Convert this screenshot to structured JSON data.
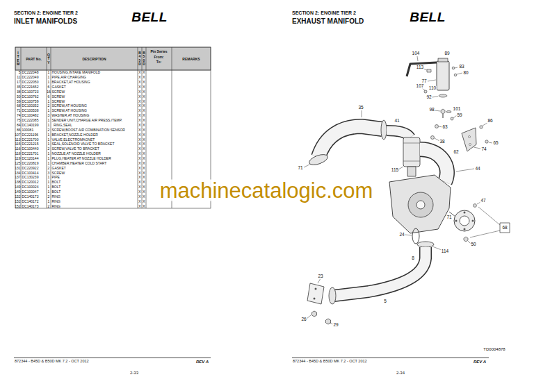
{
  "diagram": {
    "labels": [
      "SECTION 2: ENGINE TIER 2",
      "INLET MANIFOLDS",
      "BELL",
      "ITEM",
      "PART No.",
      "QTY",
      "DESCRIPTION",
      "B45D",
      "B50D",
      "Pin Series",
      "From:",
      "To:",
      "REMARKS",
      "5",
      "DC222048",
      "1",
      "HOUSING,INTAKE MANIFOLD",
      "X",
      "X",
      "11",
      "DC222049",
      "1",
      "PIPE,AIR CHARGING",
      "X",
      "X",
      "17",
      "DC222050",
      "1",
      "BRACKET,AT HOUSING",
      "X",
      "X",
      "35",
      "DC221652",
      "6",
      "GASKET",
      "X",
      "X",
      "38",
      "DC100723",
      "16",
      "SCREW",
      "X",
      "X",
      "50",
      "DC100762",
      "6",
      "SCREW",
      "X",
      "X",
      "59",
      "DC100759",
      "1",
      "SCREW",
      "X",
      "X",
      "68",
      "DC100352",
      "2",
      "SCREW,AT HOUSING",
      "X",
      "X",
      "71",
      "DC100538",
      "1",
      "SCREW,AT HOUSING",
      "X",
      "X",
      "74",
      "DC100482",
      "3",
      "WASHER,AT HOUSING",
      "X",
      "X",
      "75",
      "DC222085",
      "1",
      "SENDER UNIT,CHARGE AIR PRESS./TEMP.",
      "X",
      "X",
      "84",
      "DC140199",
      "1",
      "RING,SEAL",
      "X",
      "X",
      "86",
      "100081",
      "2",
      "SCREW,BOOST AIR COMBINATION SENSOR",
      "X",
      "X",
      "107",
      "DC221196",
      "1",
      "BRACKET,NOZZLE HOLDER",
      "X",
      "X",
      "113",
      "DC221700",
      "1",
      "VALVE,ELECTROMAGNET",
      "X",
      "X",
      "115",
      "DC221215",
      "1",
      "SEAL,SOLENOID VALVE TO BRACKET",
      "X",
      "X",
      "116",
      "DC100440",
      "2",
      "SCREW,VALVE TO BRACKET",
      "X",
      "X",
      "118",
      "DC221701",
      "1",
      "NOZZLE,AT NOZZLE HOLDER",
      "X",
      "X",
      "119",
      "DC120144",
      "1",
      "PLUG,HEATER AT NOZZLE HOLDER",
      "X",
      "X",
      "125",
      "DC220819",
      "1",
      "CHAMBER,HEATER COLD START",
      "X",
      "X",
      "131",
      "DC220922",
      "2",
      "GASKET",
      "X",
      "X",
      "134",
      "DC100414",
      "3",
      "SCREW",
      "X",
      "X",
      "137",
      "DC130239",
      "1",
      "PIPE",
      "X",
      "X",
      "138",
      "DC120012",
      "1",
      "BOLT",
      "X",
      "X",
      "149",
      "DC100024",
      "1",
      "BOLT",
      "X",
      "X",
      "149",
      "DC100047",
      "1",
      "BOLT",
      "X",
      "X",
      "152",
      "DC140173",
      "2",
      "RING",
      "X",
      "X",
      "152",
      "DC140172",
      "1",
      "RING",
      "X",
      "X",
      "152",
      "DC140173",
      "2",
      "RING",
      "X",
      "X",
      "872344 - B45D & B50D MK 7.2 - OCT 2012",
      "REV A",
      "2-33",
      "SECTION 2: ENGINE TIER 2",
      "EXHAUST MANIFOLD",
      "BELL",
      "104",
      "89",
      "83",
      "80",
      "113",
      "107",
      "110",
      "77",
      "92",
      "98",
      "101",
      "59",
      "86",
      "63",
      "65",
      "74",
      "62",
      "38",
      "35",
      "41",
      "71",
      "115",
      "44",
      "47",
      "71",
      "68",
      "50",
      "24",
      "114",
      "8",
      "23",
      "5",
      "26",
      "29",
      "TD0004878",
      "872344 - B45D & B50D MK 7.2 - OCT 2012",
      "REV A",
      "2-34",
      "machinecatalogic.com"
    ]
  }
}
